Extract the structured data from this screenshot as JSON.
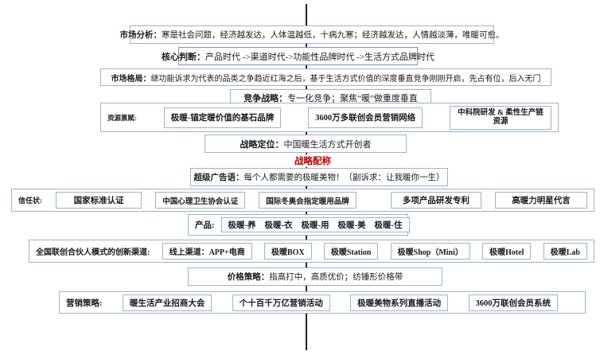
{
  "colors": {
    "accent_red": "#c00000",
    "box_border": "#9db3c9",
    "spine": "#222222"
  },
  "rows": {
    "market_analysis": {
      "label": "市场分析：",
      "text": "寒是社会问题，经济越发达，人体温越低，十病九寒；经济越发达，人情越淡薄，唯暖可愈。"
    },
    "core_judgment": {
      "label": "核心判断：",
      "text": "产品时代 ->渠道时代->功能性品牌时代 ->生活方式品牌时代"
    },
    "market_pattern": {
      "label": "市场格局：",
      "text": "继功能诉求为代表的品类之争趋近红海之后，基于生活方式价值的深度垂直竞争刚刚开启，先占有位，后入无门"
    },
    "competition_strategy": {
      "label": "竞争战略：",
      "text": "专一化竞争；聚焦“暖”做重度垂直"
    },
    "resources": {
      "label": "资源禀赋:",
      "items": [
        "极暖-锚定暖价值的基石品牌",
        "3600万多联创会员营销网络",
        "中科院研发 & 柔性生产链资源"
      ]
    },
    "positioning": {
      "label": "战略定位：",
      "text": "中国暖生活方式开创者"
    },
    "strategy_matching": {
      "text": "战略配称"
    },
    "slogan": {
      "label": "超级广告语：",
      "text": "每个人都需要的极暖美物！（副诉求：让我暖你一生）"
    },
    "trust": {
      "label": "信任状:",
      "items": [
        "国家标准认证",
        "中国心理卫生协会认证",
        "国际冬奥会指定暖用品牌",
        "多项产品研发专利",
        "高暖力明星代言"
      ]
    },
    "products": {
      "label": "产品:",
      "items": [
        "极暖-养",
        "极暖-衣",
        "极暖-用",
        "极暖-美",
        "极暖-住"
      ]
    },
    "channels": {
      "label": "全国联创合伙人模式的创新渠道:",
      "items": [
        "线上渠道：APP+电商",
        "极暖BOX",
        "极暖Station",
        "极暖Shop（Mini）",
        "极暖Hotel",
        "极暖Lab"
      ]
    },
    "pricing": {
      "label": "价格策略：",
      "text": "指高打中，高质优价；纺锤形价格带"
    },
    "marketing": {
      "label": "营销策略:",
      "items": [
        "暖生活产业招商大会",
        "个十百千万亿营销活动",
        "极暖美物系列直播活动",
        "3600万联创会员系统"
      ]
    }
  }
}
